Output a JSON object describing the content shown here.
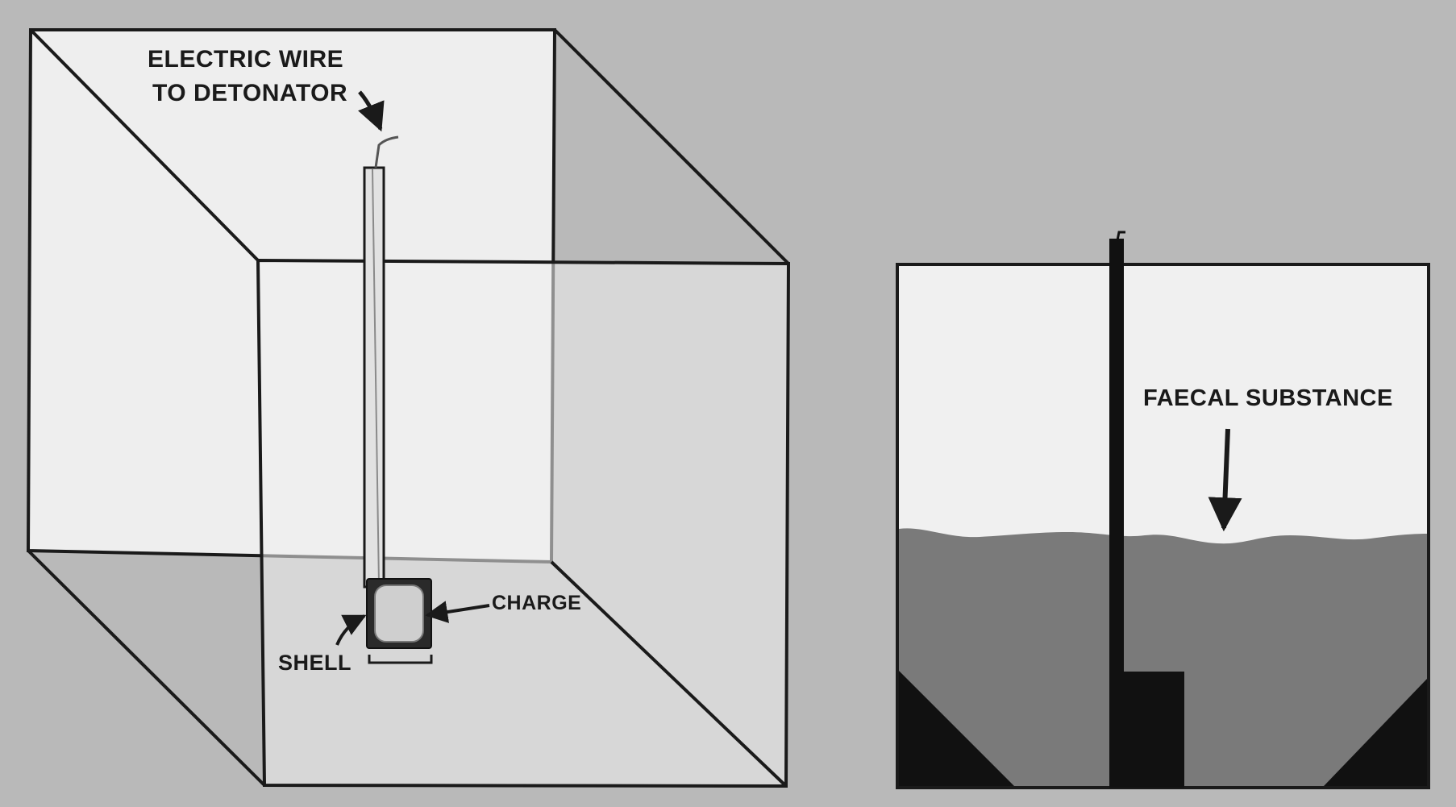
{
  "labels": {
    "wire_line1": "ELECTRIC WIRE",
    "wire_line2": "TO DETONATOR",
    "charge": "CHARGE",
    "shell": "SHELL",
    "substance": "FAECAL SUBSTANCE"
  },
  "colors": {
    "background": "#b9b9b9",
    "box_fill": "#eeeeee",
    "outline": "#1a1a1a",
    "substance": "#7a7a7a",
    "solid": "#111111",
    "charge": "#cfcfcf"
  }
}
